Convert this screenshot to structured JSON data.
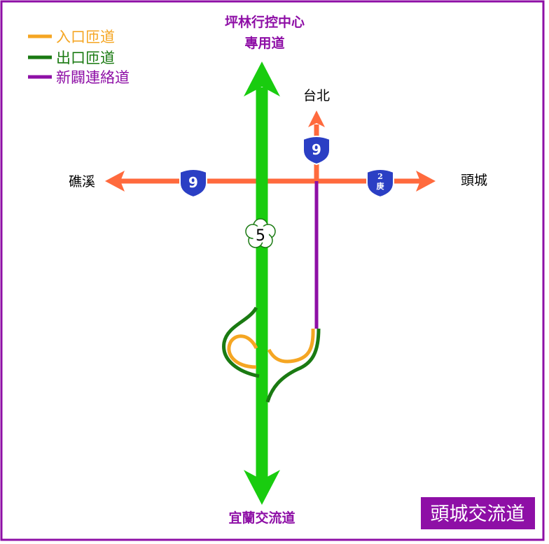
{
  "legend": [
    {
      "label": "入口匝道",
      "color": "#f5a623"
    },
    {
      "label": "出口匝道",
      "color": "#1a7a12"
    },
    {
      "label": "新闢連絡道",
      "color": "#8e0fa6"
    }
  ],
  "destinations": {
    "north_line1": "坪林行控中心",
    "north_line2": "專用道",
    "south": "宜蘭交流道",
    "west": "礁溪",
    "east": "頭城",
    "northeast": "台北"
  },
  "shields": {
    "provincial_west": "9",
    "provincial_north": "9",
    "provincial_east_top": "2",
    "provincial_east_bottom": "庚",
    "freeway": "5"
  },
  "title": "頭城交流道",
  "colors": {
    "border": "#8e0fa6",
    "freeway": "#19cc0f",
    "local_road": "#ff6a3d",
    "shield_blue": "#2b3fc4",
    "title_bg": "#8e0fa6"
  }
}
